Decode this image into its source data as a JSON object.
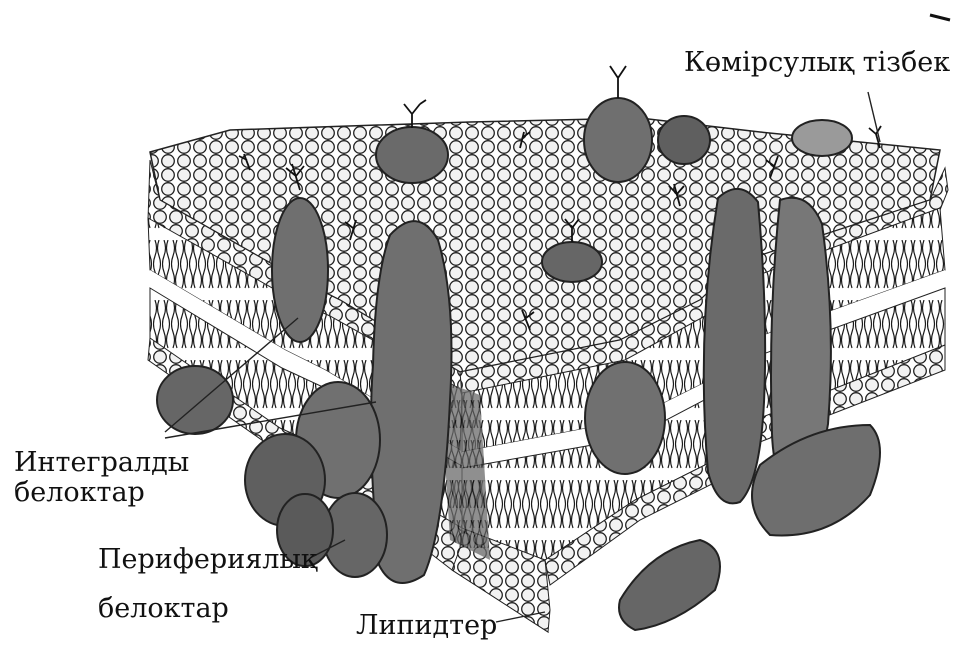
{
  "labels": {
    "carbohydrate_chain": "Көмірсулық тізбек",
    "integral_line1": "Интегралды",
    "integral_line2": "белоктар",
    "peripheral_line1": "Перифериялық",
    "peripheral_line2": "белоктар",
    "lipids": "Липидтер"
  },
  "colors": {
    "protein": "#6f6f6f",
    "protein_dark": "#555555",
    "lipid_head_fill": "#f2f2f2",
    "lipid_head_stroke": "#222222",
    "tail": "#1a1a1a",
    "leader_line": "#222222"
  }
}
